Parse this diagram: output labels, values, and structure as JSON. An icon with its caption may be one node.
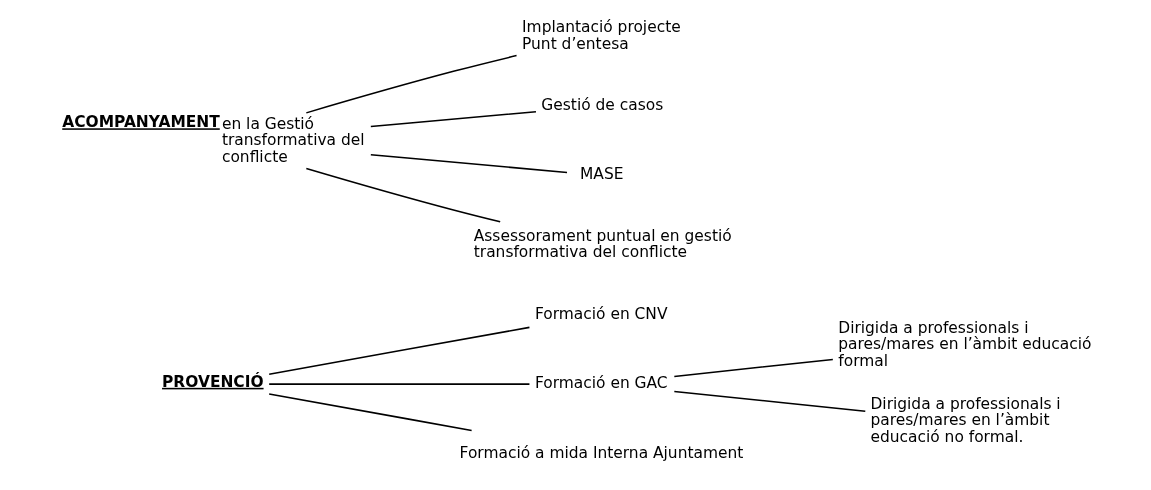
{
  "diagram": {
    "nodes": [
      {
        "text": [
          "PROVENCIÓ"
        ]
      },
      {
        "text": [
          "Formació en CNV"
        ]
      },
      {
        "text": [
          "Formació en GAC"
        ]
      },
      {
        "text": [
          "Formació a mida Interna Ajuntament"
        ]
      },
      {
        "text": [
          "Dirigida a professionals i pares/mares en l’àmbit educació formal"
        ]
      },
      {
        "text": [
          "Dirigida a professionals i pares/mares en l’àmbit educació no formal."
        ]
      },
      {
        "text": [
          "ACOMPANYAMENT",
          "en la Gestió transformativa del conflicte"
        ]
      },
      {
        "text": [
          "Implantació projecte Punt d’entesa"
        ]
      },
      {
        "text": [
          "Gestió de casos"
        ]
      },
      {
        "text": [
          "MASE"
        ]
      },
      {
        "text": [
          "Assessorament puntual en gestió transformativa del conflicte"
        ]
      }
    ],
    "edges": [
      {
        "from": 0,
        "to": 1,
        "arrow": "none"
      },
      {
        "from": 0,
        "to": 2,
        "arrow": "none"
      },
      {
        "from": 0,
        "to": 3,
        "arrow": "none"
      },
      {
        "from": 2,
        "to": 4,
        "arrow": "none"
      },
      {
        "from": 2,
        "to": 5,
        "arrow": "none"
      },
      {
        "from": 6,
        "to": 7,
        "arrow": "none"
      },
      {
        "from": 6,
        "to": 8,
        "arrow": "none"
      },
      {
        "from": 6,
        "to": 9,
        "arrow": "none"
      },
      {
        "from": 6,
        "to": 10,
        "arrow": "none"
      }
    ]
  }
}
